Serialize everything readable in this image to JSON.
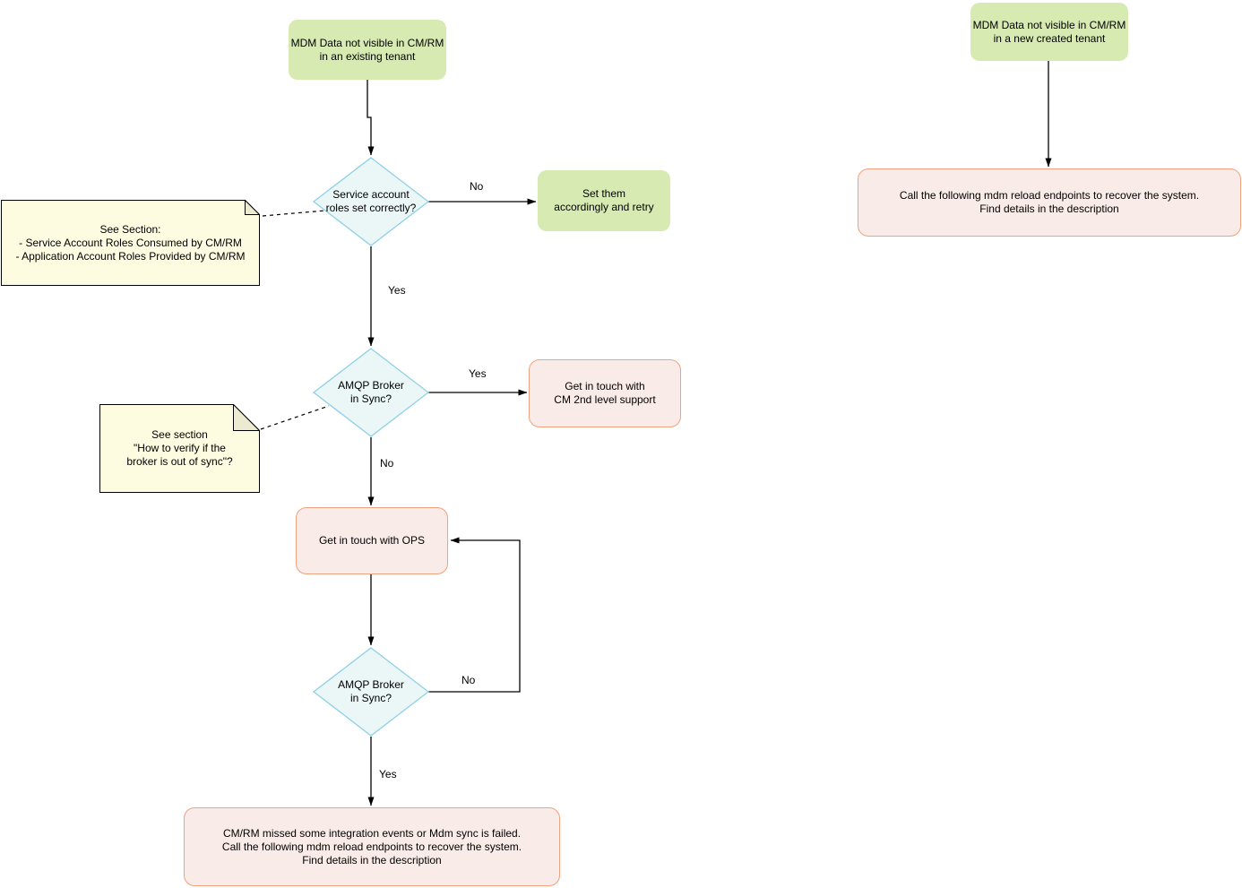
{
  "nodes": {
    "start_existing_tenant": {
      "label": "MDM Data not visible in CM/RM\nin an existing tenant"
    },
    "decision_service_account_roles": {
      "label": "Service account\nroles set correctly?"
    },
    "set_them_accordingly": {
      "label": "Set them\naccordingly and retry"
    },
    "note_service_account_roles": {
      "label": "See Section:\n- Service Account Roles Consumed by CM/RM\n- Application Account Roles Provided by CM/RM"
    },
    "decision_amqp_broker_1": {
      "label": "AMQP Broker\nin Sync?"
    },
    "contact_cm_2nd_level": {
      "label": "Get in touch with\nCM 2nd level support"
    },
    "note_broker_out_of_sync": {
      "label": "See section\n\"How to verify if the\nbroker is out of sync\"?"
    },
    "contact_ops": {
      "label": "Get in touch with OPS"
    },
    "decision_amqp_broker_2": {
      "label": "AMQP Broker\nin Sync?"
    },
    "reload_endpoints_existing": {
      "label": "CM/RM missed some integration events or Mdm sync is failed.\nCall the following mdm reload endpoints to recover the system.\nFind details in the description"
    },
    "start_new_tenant": {
      "label": "MDM Data not visible in CM/RM\nin a new created tenant"
    },
    "reload_endpoints_new": {
      "label": "Call the following mdm reload endpoints to recover the system.\nFind details in the description"
    }
  },
  "edge_labels": {
    "service_roles_no": "No",
    "service_roles_yes": "Yes",
    "broker1_yes": "Yes",
    "broker1_no": "No",
    "broker2_no": "No",
    "broker2_yes": "Yes"
  },
  "colors": {
    "green_fill": "#d6eab2",
    "pink_fill": "#f9ebe7",
    "pink_border": "#f0a17e",
    "decision_fill": "#eaf7f6",
    "decision_border": "#8ed0e8",
    "note_fill": "#fdfce1",
    "note_fold_fill": "#ecead0",
    "note_border": "#000000",
    "connector": "#000000"
  }
}
